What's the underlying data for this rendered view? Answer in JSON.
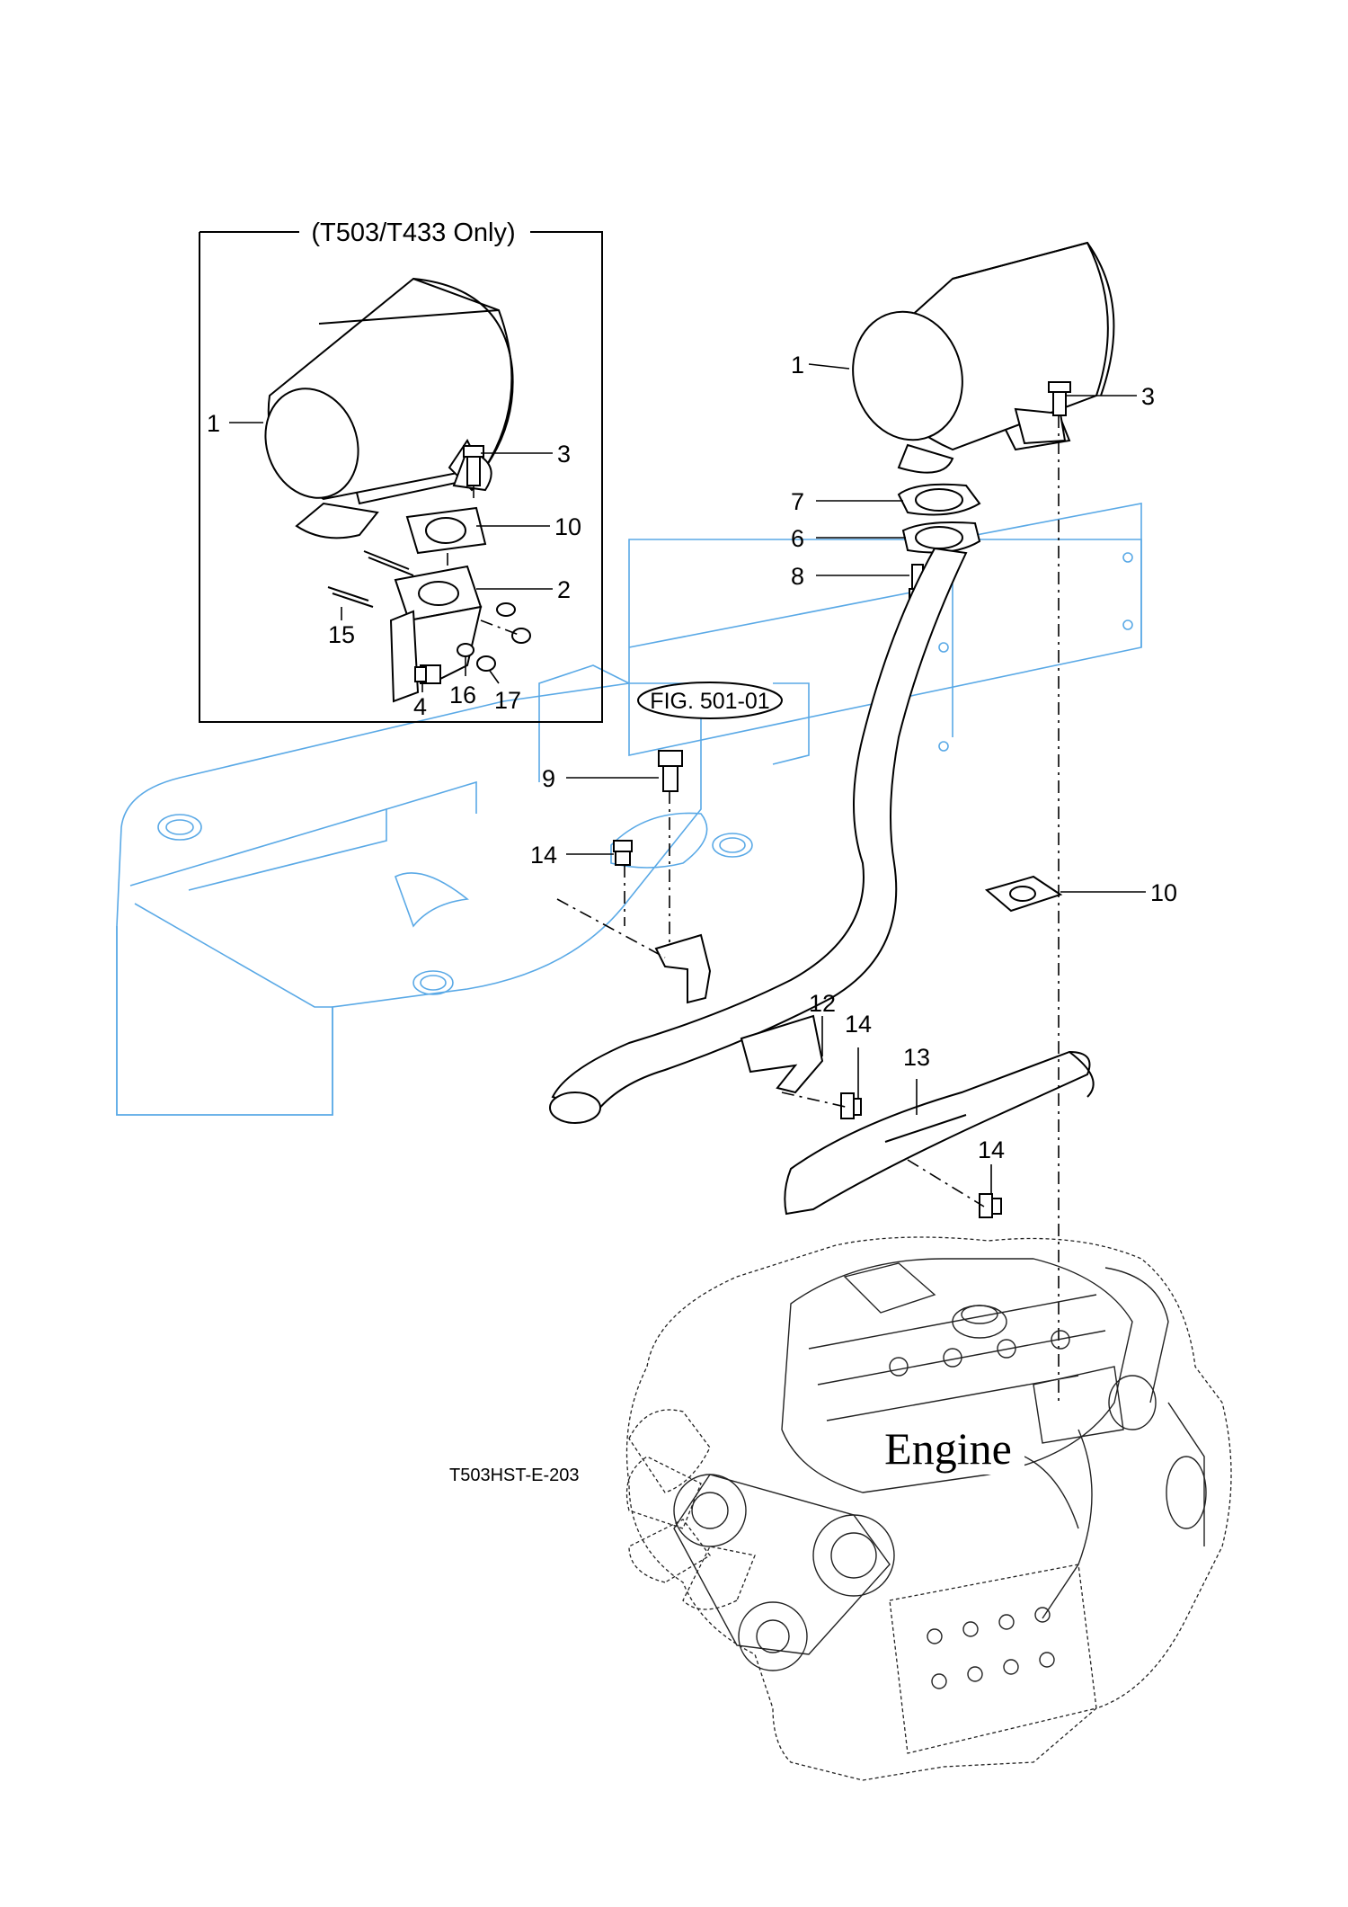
{
  "inset": {
    "title": "(T503/T433 Only)"
  },
  "fig_ref": "FIG. 501-01",
  "engine_label": "Engine",
  "drawing_code": "T503HST-E-203",
  "callouts": {
    "inset_muffler": "1",
    "inset_bolt": "3",
    "inset_gasket": "10",
    "inset_elbow": "2",
    "inset_stud": "15",
    "inset_bolt4": "4",
    "inset_washer": "16",
    "inset_nut": "17",
    "muffler": "1",
    "muffler_bolt": "3",
    "gasket7": "7",
    "gasket6": "6",
    "bolt8": "8",
    "bolt9": "9",
    "bolt14_top": "14",
    "gasket10": "10",
    "bracket12": "12",
    "bolt14_mid": "14",
    "cover13": "13",
    "bolt14_low": "14"
  }
}
